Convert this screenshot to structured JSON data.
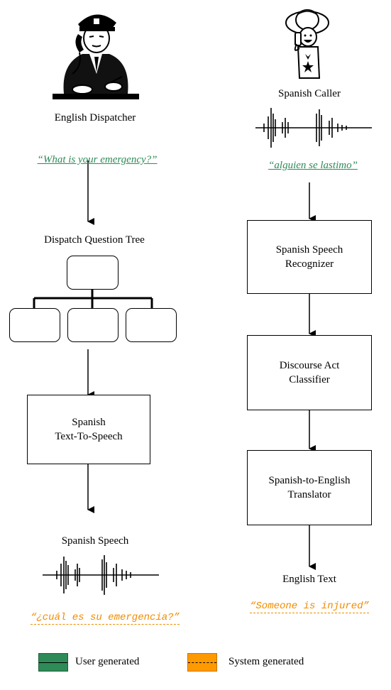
{
  "left": {
    "dispatcher_label": "English Dispatcher",
    "english_question": "“What is your emergency?”",
    "tree_label": "Dispatch Question Tree",
    "tts_box": [
      "Spanish",
      "Text-To-Speech"
    ],
    "speech_label": "Spanish Speech",
    "spanish_question": "“¿cuál es su emergencia?”"
  },
  "right": {
    "caller_label": "Spanish Caller",
    "spanish_utterance": "“alguien se lastimo”",
    "recognizer_box": [
      "Spanish Speech",
      "Recognizer"
    ],
    "classifier_box": [
      "Discourse Act",
      "Classifier"
    ],
    "translator_box": [
      "Spanish-to-English",
      "Translator"
    ],
    "text_label": "English Text",
    "english_result": "“Someone is injured”"
  },
  "legend": {
    "user": "User generated",
    "system": "System generated",
    "user_color": "#2e8b57",
    "system_color": "#ff9900"
  }
}
